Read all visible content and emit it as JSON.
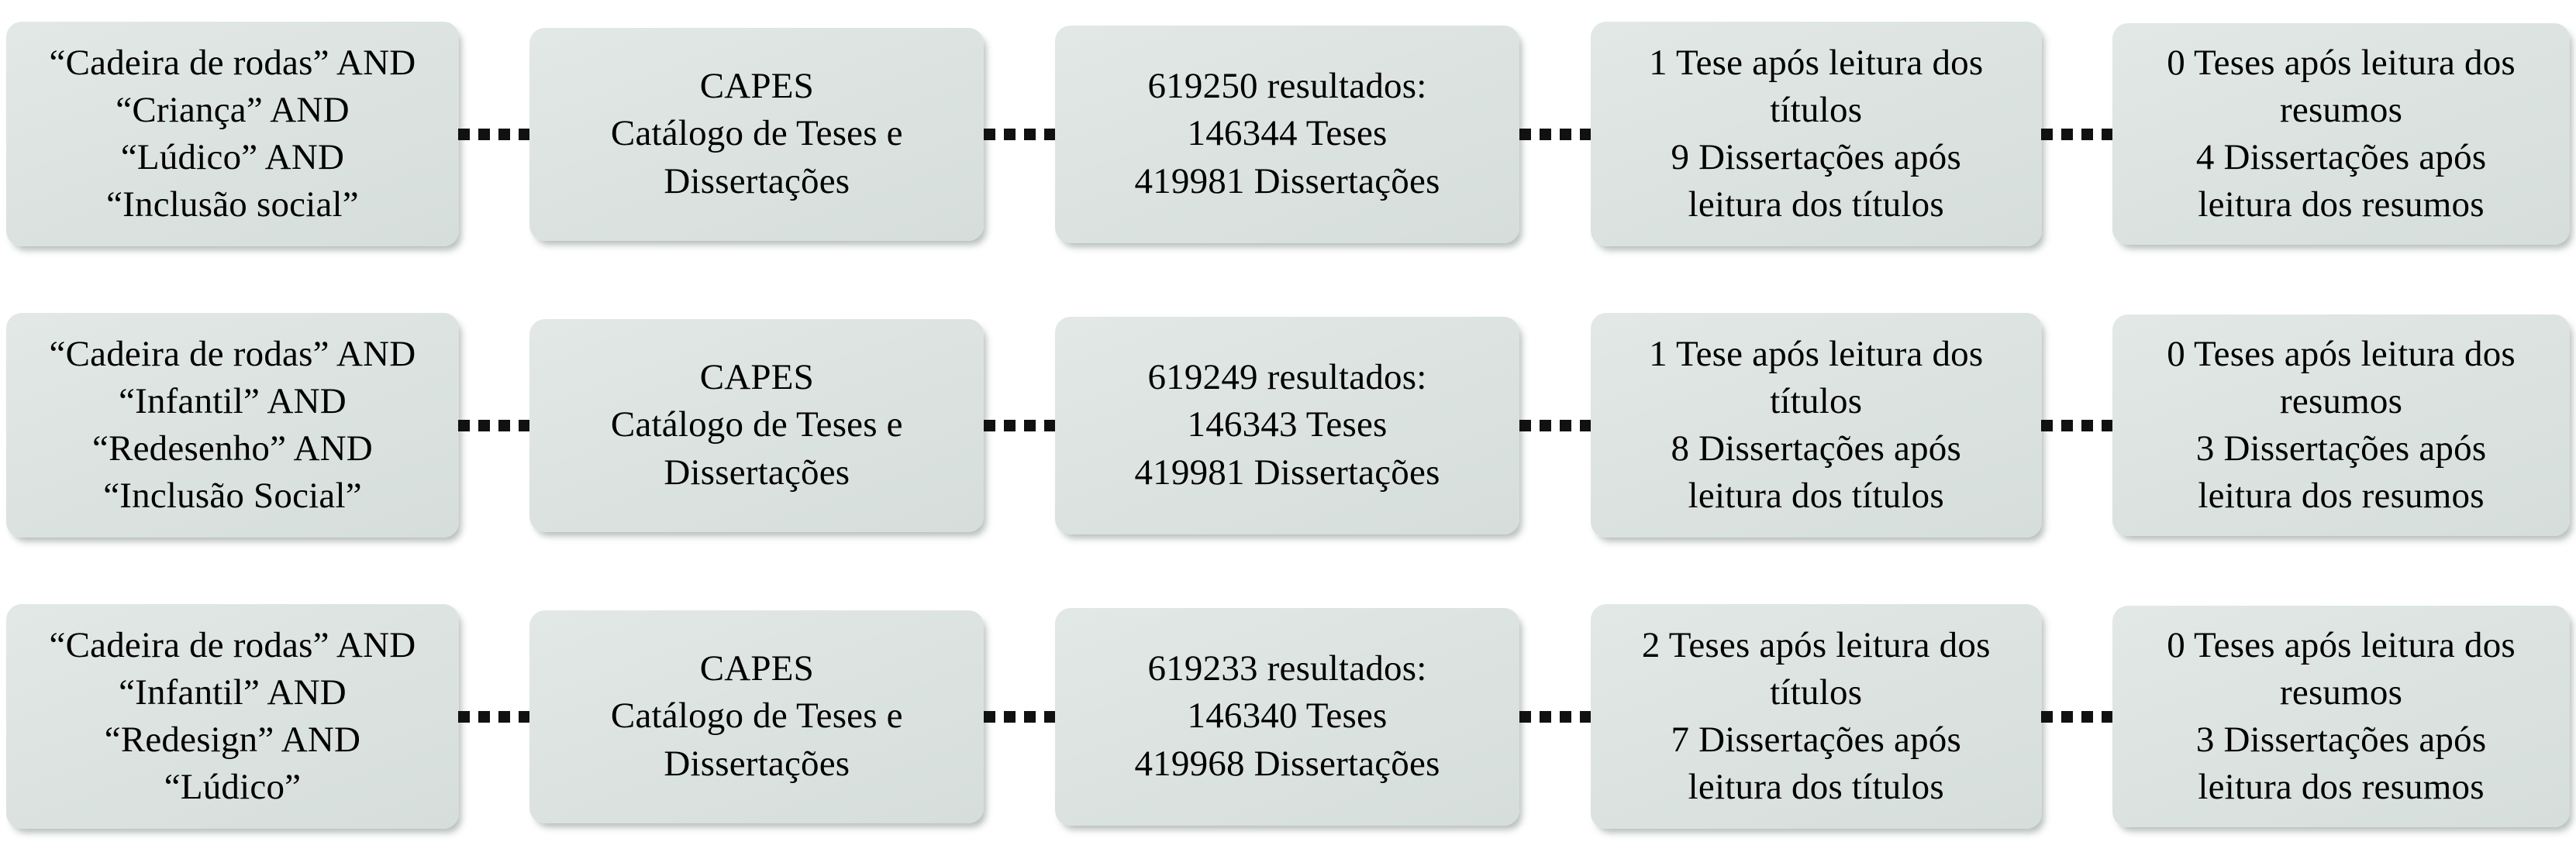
{
  "diagram": {
    "type": "flowchart",
    "orientation": "horizontal",
    "rows": 3,
    "columns_per_row": 5,
    "connector": {
      "style": "dotted",
      "dot_count": 4,
      "color": "#111111"
    },
    "colors": {
      "node_fill": "#dce3e1",
      "node_fill_light": "#e2e8e6",
      "node_fill_dark": "#d6dedc",
      "text": "#000000",
      "background": "#ffffff",
      "shadow": "rgba(90,105,105,0.45)"
    }
  },
  "rows": [
    {
      "id": "row-1",
      "nodes": [
        {
          "id": "r1-query",
          "role": "search-query",
          "text": "“Cadeira de rodas” AND\n“Criança” AND\n“Lúdico” AND\n“Inclusão social”"
        },
        {
          "id": "r1-database",
          "role": "database",
          "text": "CAPES\nCatálogo de Teses e\nDissertações"
        },
        {
          "id": "r1-results",
          "role": "results-count",
          "text": "619250 resultados:\n146344 Teses\n419981 Dissertações"
        },
        {
          "id": "r1-titles",
          "role": "after-title-screening",
          "text": "1 Tese após leitura dos\ntítulos\n9 Dissertações após\nleitura dos títulos"
        },
        {
          "id": "r1-abstracts",
          "role": "after-abstract-screening",
          "text": "0 Teses após leitura dos\nresumos\n4 Dissertações após\nleitura dos resumos"
        }
      ]
    },
    {
      "id": "row-2",
      "nodes": [
        {
          "id": "r2-query",
          "role": "search-query",
          "text": "“Cadeira de rodas” AND\n“Infantil” AND\n“Redesenho” AND\n“Inclusão Social”"
        },
        {
          "id": "r2-database",
          "role": "database",
          "text": "CAPES\nCatálogo de Teses e\nDissertações"
        },
        {
          "id": "r2-results",
          "role": "results-count",
          "text": "619249 resultados:\n146343 Teses\n419981 Dissertações"
        },
        {
          "id": "r2-titles",
          "role": "after-title-screening",
          "text": "1 Tese após leitura dos\ntítulos\n8 Dissertações após\nleitura dos títulos"
        },
        {
          "id": "r2-abstracts",
          "role": "after-abstract-screening",
          "text": "0 Teses após leitura dos\nresumos\n3 Dissertações após\nleitura dos resumos"
        }
      ]
    },
    {
      "id": "row-3",
      "nodes": [
        {
          "id": "r3-query",
          "role": "search-query",
          "text": "“Cadeira de rodas” AND\n“Infantil” AND\n“Redesign” AND\n“Lúdico”"
        },
        {
          "id": "r3-database",
          "role": "database",
          "text": "CAPES\nCatálogo de Teses e\nDissertações"
        },
        {
          "id": "r3-results",
          "role": "results-count",
          "text": "619233 resultados:\n146340 Teses\n419968 Dissertações"
        },
        {
          "id": "r3-titles",
          "role": "after-title-screening",
          "text": "2 Teses após leitura dos\ntítulos\n7 Dissertações após\nleitura dos títulos"
        },
        {
          "id": "r3-abstracts",
          "role": "after-abstract-screening",
          "text": "0 Teses após leitura dos\nresumos\n3 Dissertações após\nleitura dos resumos"
        }
      ]
    }
  ]
}
